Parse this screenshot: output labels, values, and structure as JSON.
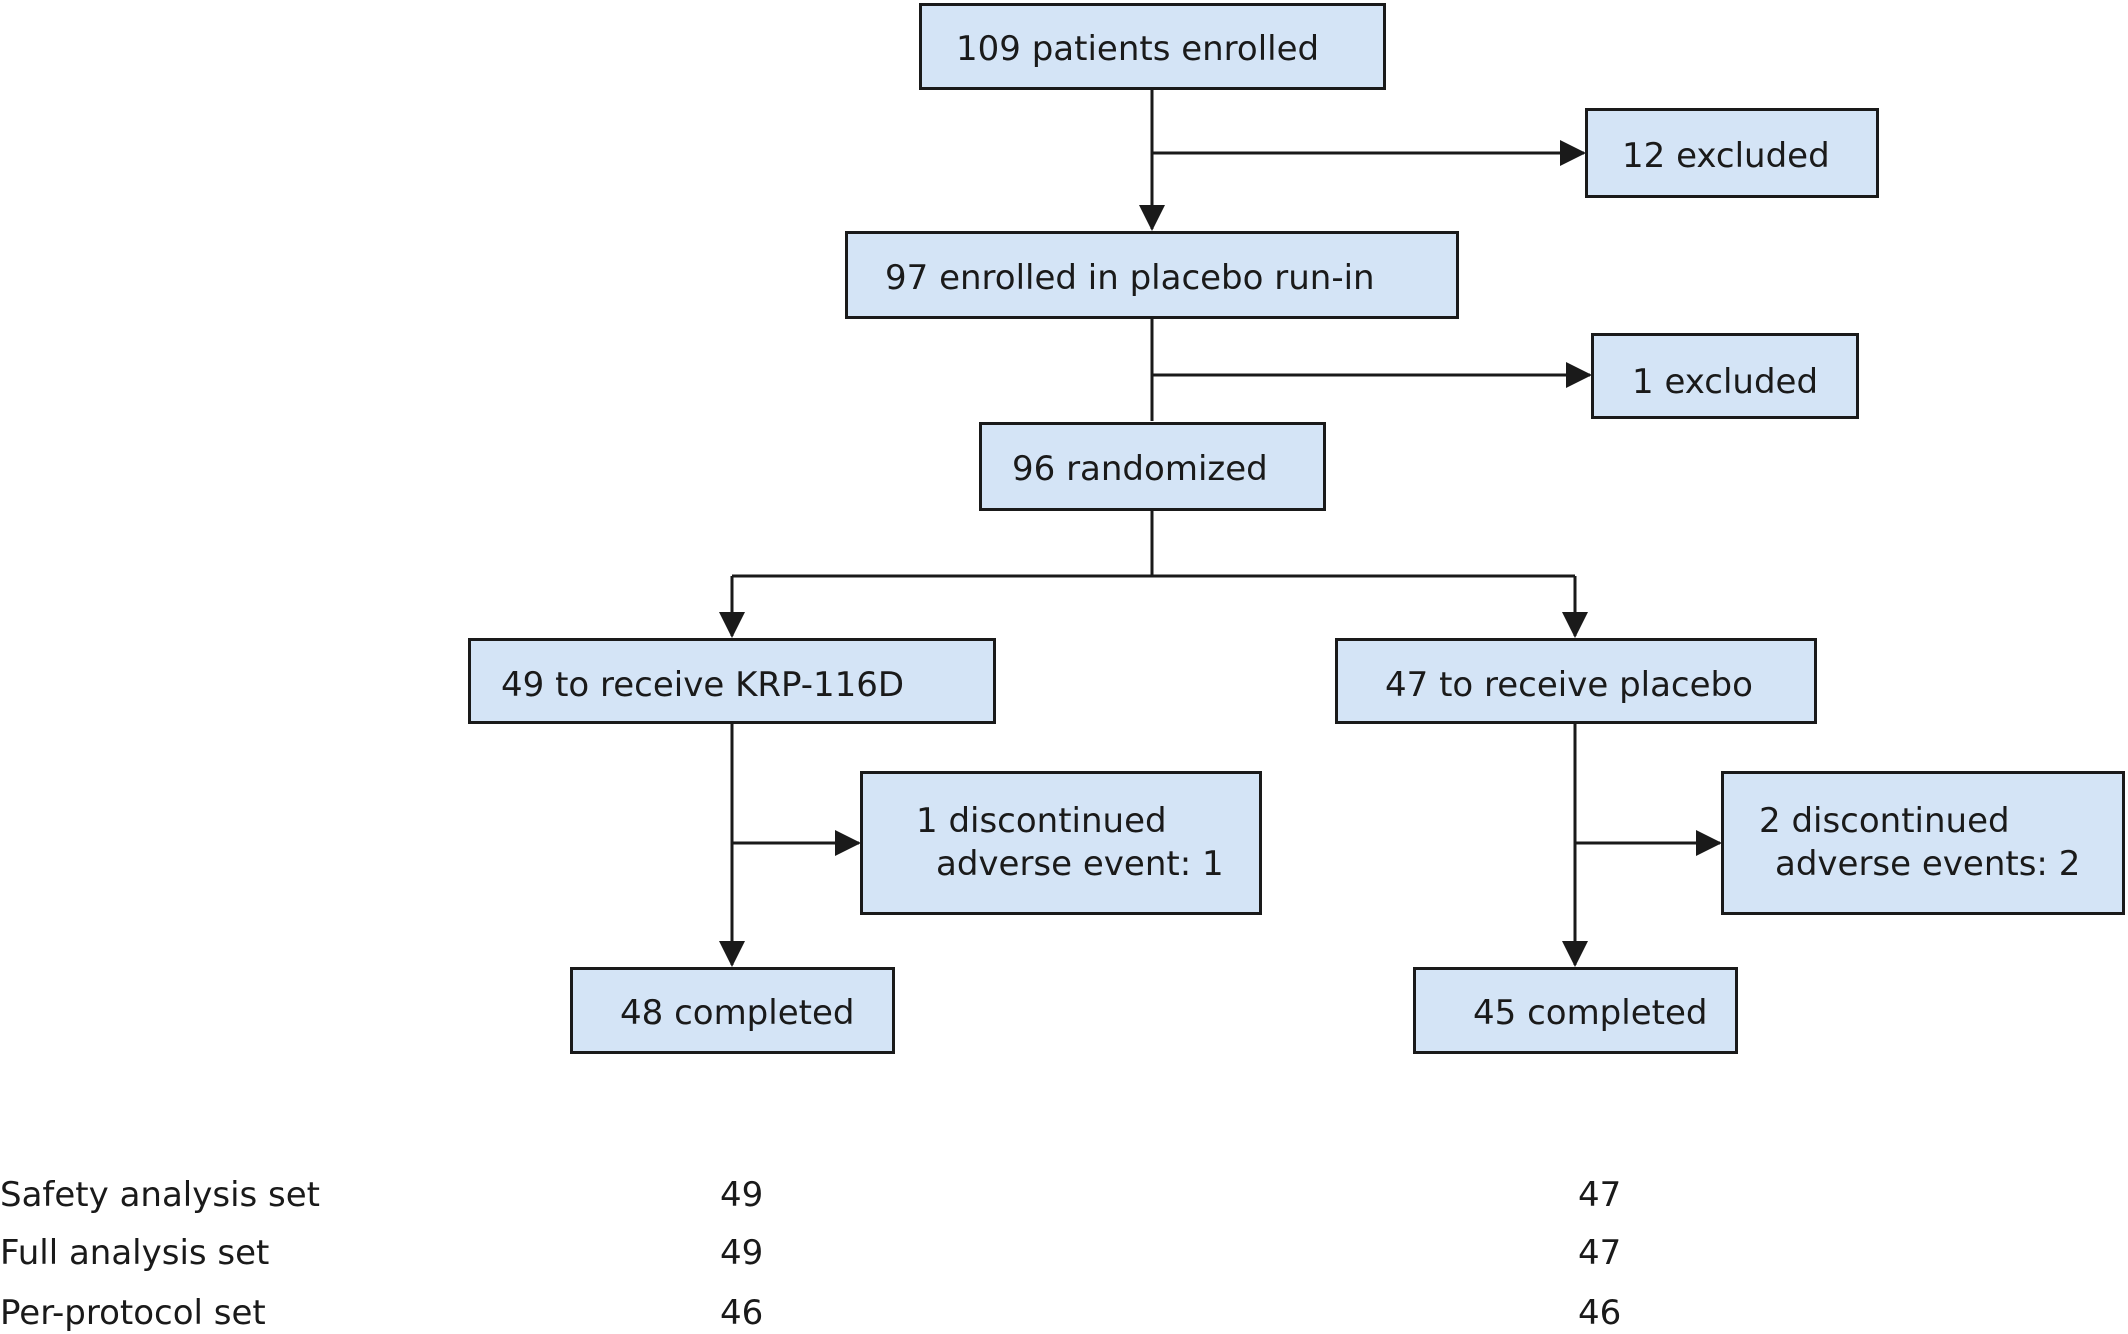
{
  "flow": {
    "enrolled": "109 patients enrolled",
    "excluded_1": "12 excluded",
    "run_in": "97 enrolled in placebo run-in",
    "excluded_2": "1 excluded",
    "randomized": "96 randomized",
    "arm_krp": "49 to receive KRP-116D",
    "arm_placebo": "47 to receive placebo",
    "discontinued_krp": [
      "1 discontinued",
      "adverse event: 1"
    ],
    "discontinued_placebo": [
      "2 discontinued",
      "adverse events: 2"
    ],
    "completed_krp": "48 completed",
    "completed_placebo": "45 completed"
  },
  "analysis_sets": [
    {
      "label": "Safety analysis set",
      "krp": "49",
      "placebo": "47"
    },
    {
      "label": "Full analysis set",
      "krp": "49",
      "placebo": "47"
    },
    {
      "label": "Per-protocol set",
      "krp": "46",
      "placebo": "46"
    }
  ],
  "colors": {
    "box_fill": "#d4e4f6",
    "line": "#1a1a1a"
  }
}
